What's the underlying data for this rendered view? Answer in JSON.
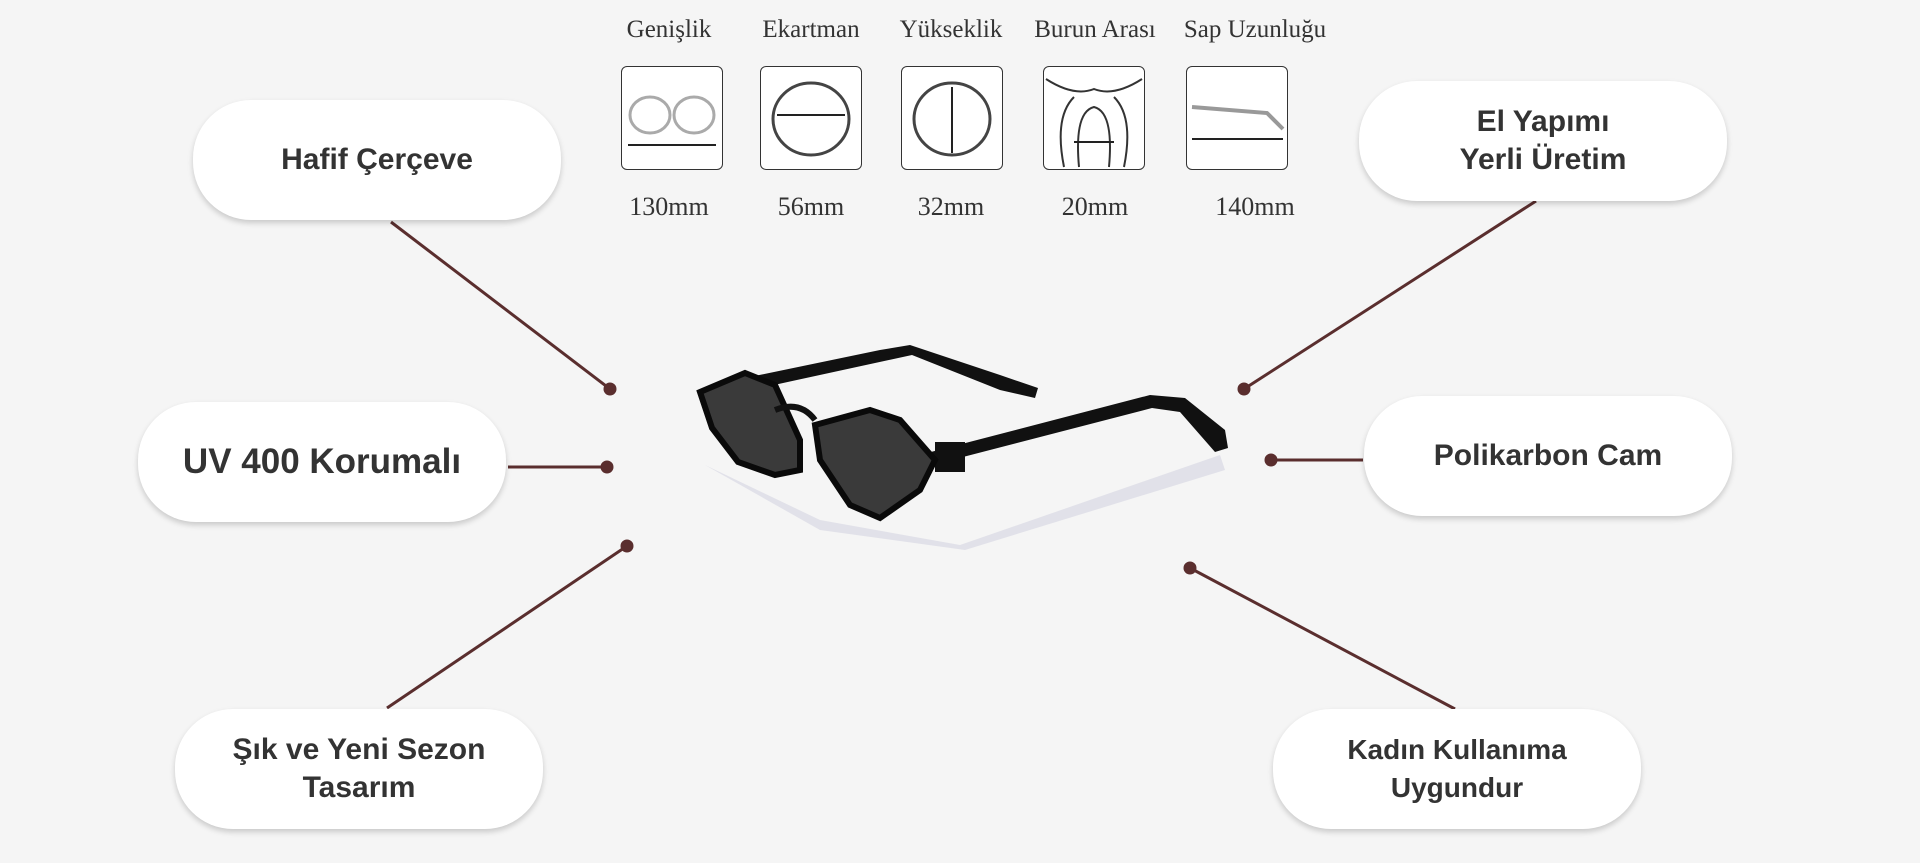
{
  "specs": [
    {
      "label": "Genişlik",
      "value": "130mm",
      "icon": "frame-width-icon"
    },
    {
      "label": "Ekartman",
      "value": "56mm",
      "icon": "lens-width-icon"
    },
    {
      "label": "Yükseklik",
      "value": "32mm",
      "icon": "lens-height-icon"
    },
    {
      "label": "Burun Arası",
      "value": "20mm",
      "icon": "bridge-width-icon"
    },
    {
      "label": "Sap Uzunluğu",
      "value": "140mm",
      "icon": "temple-length-icon"
    }
  ],
  "features": {
    "light_frame": "Hafif Çerçeve",
    "uv": "UV 400 Korumalı",
    "stylish_line1": "Şık ve Yeni Sezon",
    "stylish_line2": "Tasarım",
    "handmade_line1": "El Yapımı",
    "handmade_line2": "Yerli Üretim",
    "lens": "Polikarbon Cam",
    "women_line1": "Kadın Kullanıma",
    "women_line2": "Uygundur"
  },
  "colors": {
    "connector": "#5a2e2e",
    "background": "#f5f5f5"
  }
}
